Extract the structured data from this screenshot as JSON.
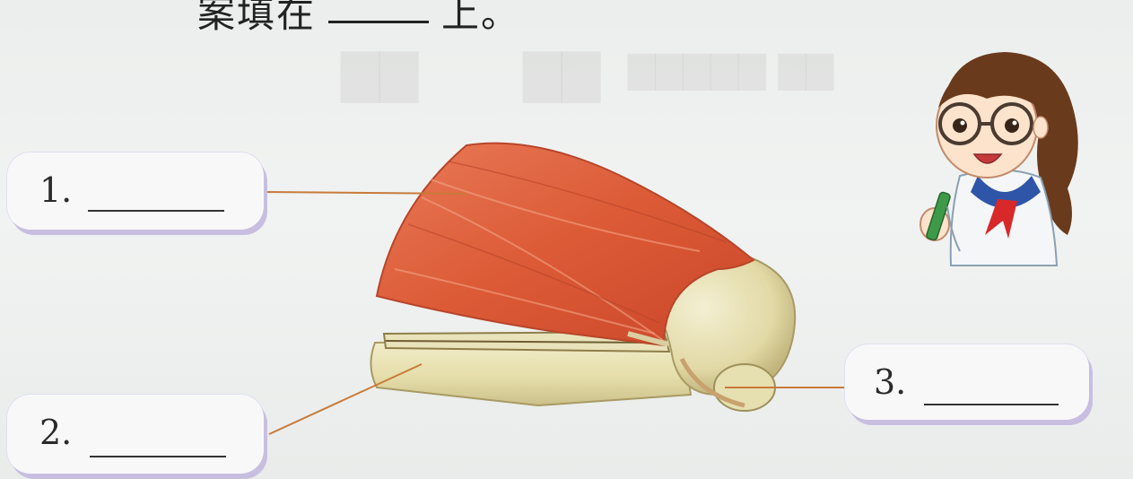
{
  "instruction": {
    "prefix": "案填在",
    "suffix": "上。"
  },
  "labels": [
    {
      "number": "1.",
      "answer": ""
    },
    {
      "number": "2.",
      "answer": ""
    },
    {
      "number": "3.",
      "answer": ""
    }
  ],
  "colors": {
    "muscle": "#e0603c",
    "bone": "#e8e2b2",
    "leader_line": "#c87a3a",
    "box_shadow": "#c8bfe0"
  }
}
